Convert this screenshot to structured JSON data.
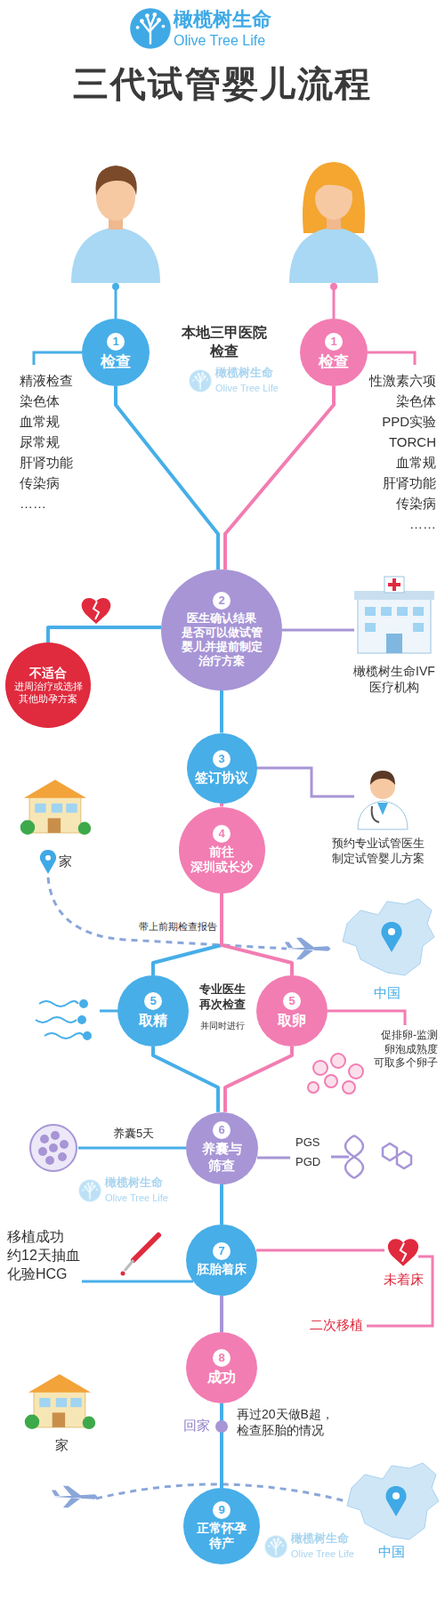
{
  "diagram": {
    "title": "三代试管婴儿流程",
    "nodes": [
      {
        "text": [
          "1",
          "检查"
        ]
      },
      {
        "text": [
          "1",
          "检查"
        ]
      },
      {
        "text": [
          "2",
          "医生确认结果 是否可以做试管 婴儿并提前制定 治疗方案"
        ]
      },
      {
        "text": [
          "不适合",
          "进周治疗或选择 其他助孕方案"
        ]
      },
      {
        "text": [
          "3",
          "签订协议"
        ]
      },
      {
        "text": [
          "4",
          "前往 深圳或长沙"
        ]
      },
      {
        "text": [
          "5",
          "取精"
        ]
      },
      {
        "text": [
          "5",
          "取卵"
        ]
      },
      {
        "text": [
          "6",
          "养囊与 筛查"
        ]
      },
      {
        "text": [
          "7",
          "胚胎着床"
        ]
      },
      {
        "text": [
          "8",
          "成功"
        ]
      },
      {
        "text": [
          "9",
          "正常怀孕 待产"
        ]
      }
    ],
    "edges": [
      {
        "from": 0,
        "to": 2,
        "arrow": "none"
      },
      {
        "from": 1,
        "to": 2,
        "arrow": "none"
      },
      {
        "from": 2,
        "to": 3,
        "arrow": "none"
      },
      {
        "from": 2,
        "to": 4,
        "arrow": "none"
      },
      {
        "from": 4,
        "to": 5,
        "arrow": "none"
      },
      {
        "from": 5,
        "to": 6,
        "arrow": "none"
      },
      {
        "from": 5,
        "to": 7,
        "arrow": "none"
      },
      {
        "from": 6,
        "to": 8,
        "arrow": "none"
      },
      {
        "from": 7,
        "to": 8,
        "arrow": "none"
      },
      {
        "from": 8,
        "to": 9,
        "arrow": "none"
      },
      {
        "from": 9,
        "to": 10,
        "arrow": "none"
      },
      {
        "from": 10,
        "to": 11,
        "arrow": "none"
      }
    ],
    "labels": [
      "橄榄树生命",
      "Olive Tree Life",
      "本地三甲医院 检查",
      "精液检查",
      "染色体",
      "血常规",
      "尿常规",
      "肝肾功能",
      "传染病",
      "……",
      "性激素六项",
      "染色体",
      "PPD实验",
      "TORCH",
      "血常规",
      "肝肾功能",
      "传染病",
      "……",
      "橄榄树生命IVF 医疗机构",
      "预约专业试管医生 制定试管婴儿方案",
      "家",
      "带上前期检查报告",
      "中国",
      "专业医生 再次检查",
      "并同时进行",
      "促排卵-监测 卵泡成熟度 可取多个卵子",
      "养囊5天",
      "PGS",
      "PGD",
      "移植成功 约12天抽血 化验HCG",
      "未着床",
      "二次移植",
      "回家",
      "再过20天做B超， 检查胚胎的情况",
      "家",
      "中国",
      "橄榄树生命",
      "Olive Tree Life",
      "橄榄树生命",
      "Olive Tree Life",
      "橄榄树生命",
      "Olive Tree Life"
    ]
  }
}
